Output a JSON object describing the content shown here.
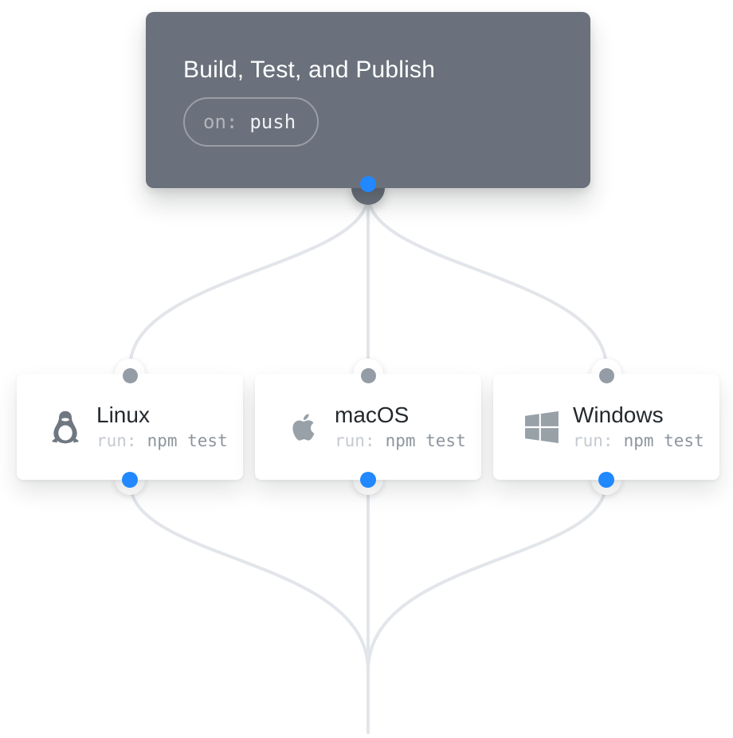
{
  "workflow": {
    "title": "Build, Test, and Publish",
    "trigger": {
      "key": "on:",
      "value": "push"
    },
    "jobs": [
      {
        "name": "Linux",
        "run_key": "run:",
        "run_value": "npm test",
        "icon": "linux-tux-icon"
      },
      {
        "name": "macOS",
        "run_key": "run:",
        "run_value": "npm test",
        "icon": "apple-icon"
      },
      {
        "name": "Windows",
        "run_key": "run:",
        "run_value": "npm test",
        "icon": "windows-icon"
      }
    ]
  },
  "colors": {
    "trigger_card_bg": "#6a717c",
    "accent_blue": "#2188ff",
    "connector_line": "#e2e5e9",
    "input_dot_gray": "#949da5",
    "job_title": "#24292e",
    "code_key_gray": "#c5cad0",
    "code_value_gray": "#8d949d",
    "platform_icon_gray": "#98a0a8",
    "tux_gray": "#6f7781"
  }
}
